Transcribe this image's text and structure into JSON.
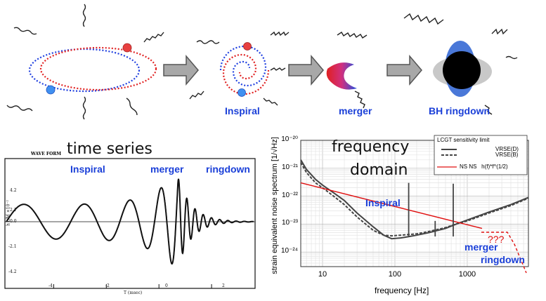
{
  "stages": {
    "inspiral_label": "Inspiral",
    "merger_label": "merger",
    "ringdown_label": "BH ringdown"
  },
  "time_series": {
    "heading": "time series",
    "corner_label": "WAVE FORM",
    "inspiral_label": "Inspiral",
    "merger_label": "merger",
    "ringdown_label": "ringdown",
    "ylabel": "h r/M ×10⁻²",
    "xlabel": "T (msec)",
    "yticks": [
      "4.2",
      "2.1",
      "0.0",
      "-2.1",
      "-4.2"
    ],
    "xticks": [
      "-4",
      "-2",
      "0",
      "2"
    ]
  },
  "frequency_domain": {
    "heading_line1": "frequency",
    "heading_line2": "domain",
    "inspiral_label": "Inspiral",
    "merger_label": "merger",
    "ringdown_label": "ringdown",
    "question_marks": "???",
    "legend_title": "LCGT sensitivity limit",
    "legend_vrse_d": "VRSE(D)",
    "legend_vrse_b": "VRSE(B)",
    "legend_ns": "NS NS   h(f)*f^(1/2)",
    "colors": {
      "signal": "#e01010",
      "noise": "#444444",
      "label": "#1a3fd8"
    }
  },
  "chart_data": {
    "type": "line",
    "xlabel": "frequency [Hz]",
    "ylabel": "strain equivalent noise spectrum [1/√Hz]",
    "xscale": "log",
    "yscale": "log",
    "xlim": [
      5,
      7000
    ],
    "ylim": [
      3e-25,
      1e-20
    ],
    "xticks": [
      "10",
      "100",
      "1000"
    ],
    "yticks": [
      "10⁻²⁰",
      "10⁻²¹",
      "10⁻²²",
      "10⁻²³",
      "10⁻²⁴"
    ],
    "series": [
      {
        "name": "VRSE(D)",
        "style": "solid",
        "x": [
          5,
          6,
          8,
          10,
          15,
          20,
          30,
          50,
          70,
          90,
          120,
          150,
          200,
          300,
          500,
          700,
          1000,
          2000,
          4000,
          7000
        ],
        "y": [
          2e-21,
          9e-22,
          4e-22,
          2.5e-22,
          1.2e-22,
          7e-23,
          2.5e-23,
          8e-24,
          4e-24,
          3e-24,
          3.2e-24,
          3.5e-24,
          4e-24,
          5e-24,
          7e-24,
          1e-23,
          1.4e-23,
          2.7e-23,
          5e-23,
          9e-23
        ]
      },
      {
        "name": "VRSE(B)",
        "style": "dashed",
        "x": [
          5,
          6,
          8,
          10,
          15,
          20,
          30,
          50,
          70,
          90,
          120,
          150,
          200,
          300,
          500,
          700,
          1000,
          2000,
          4000,
          7000
        ],
        "y": [
          1.6e-21,
          7e-22,
          3e-22,
          2e-22,
          9e-23,
          5e-23,
          1.8e-23,
          6e-24,
          4e-24,
          3.8e-24,
          4e-24,
          4.2e-24,
          4.5e-24,
          5.5e-24,
          7.5e-24,
          1e-23,
          1.3e-23,
          2.5e-23,
          4.6e-23,
          8.5e-23
        ]
      },
      {
        "name": "NS NS   h(f)*f^(1/2)",
        "style": "red-solid",
        "x": [
          5,
          1600
        ],
        "y": [
          3e-22,
          7e-24
        ]
      }
    ]
  }
}
